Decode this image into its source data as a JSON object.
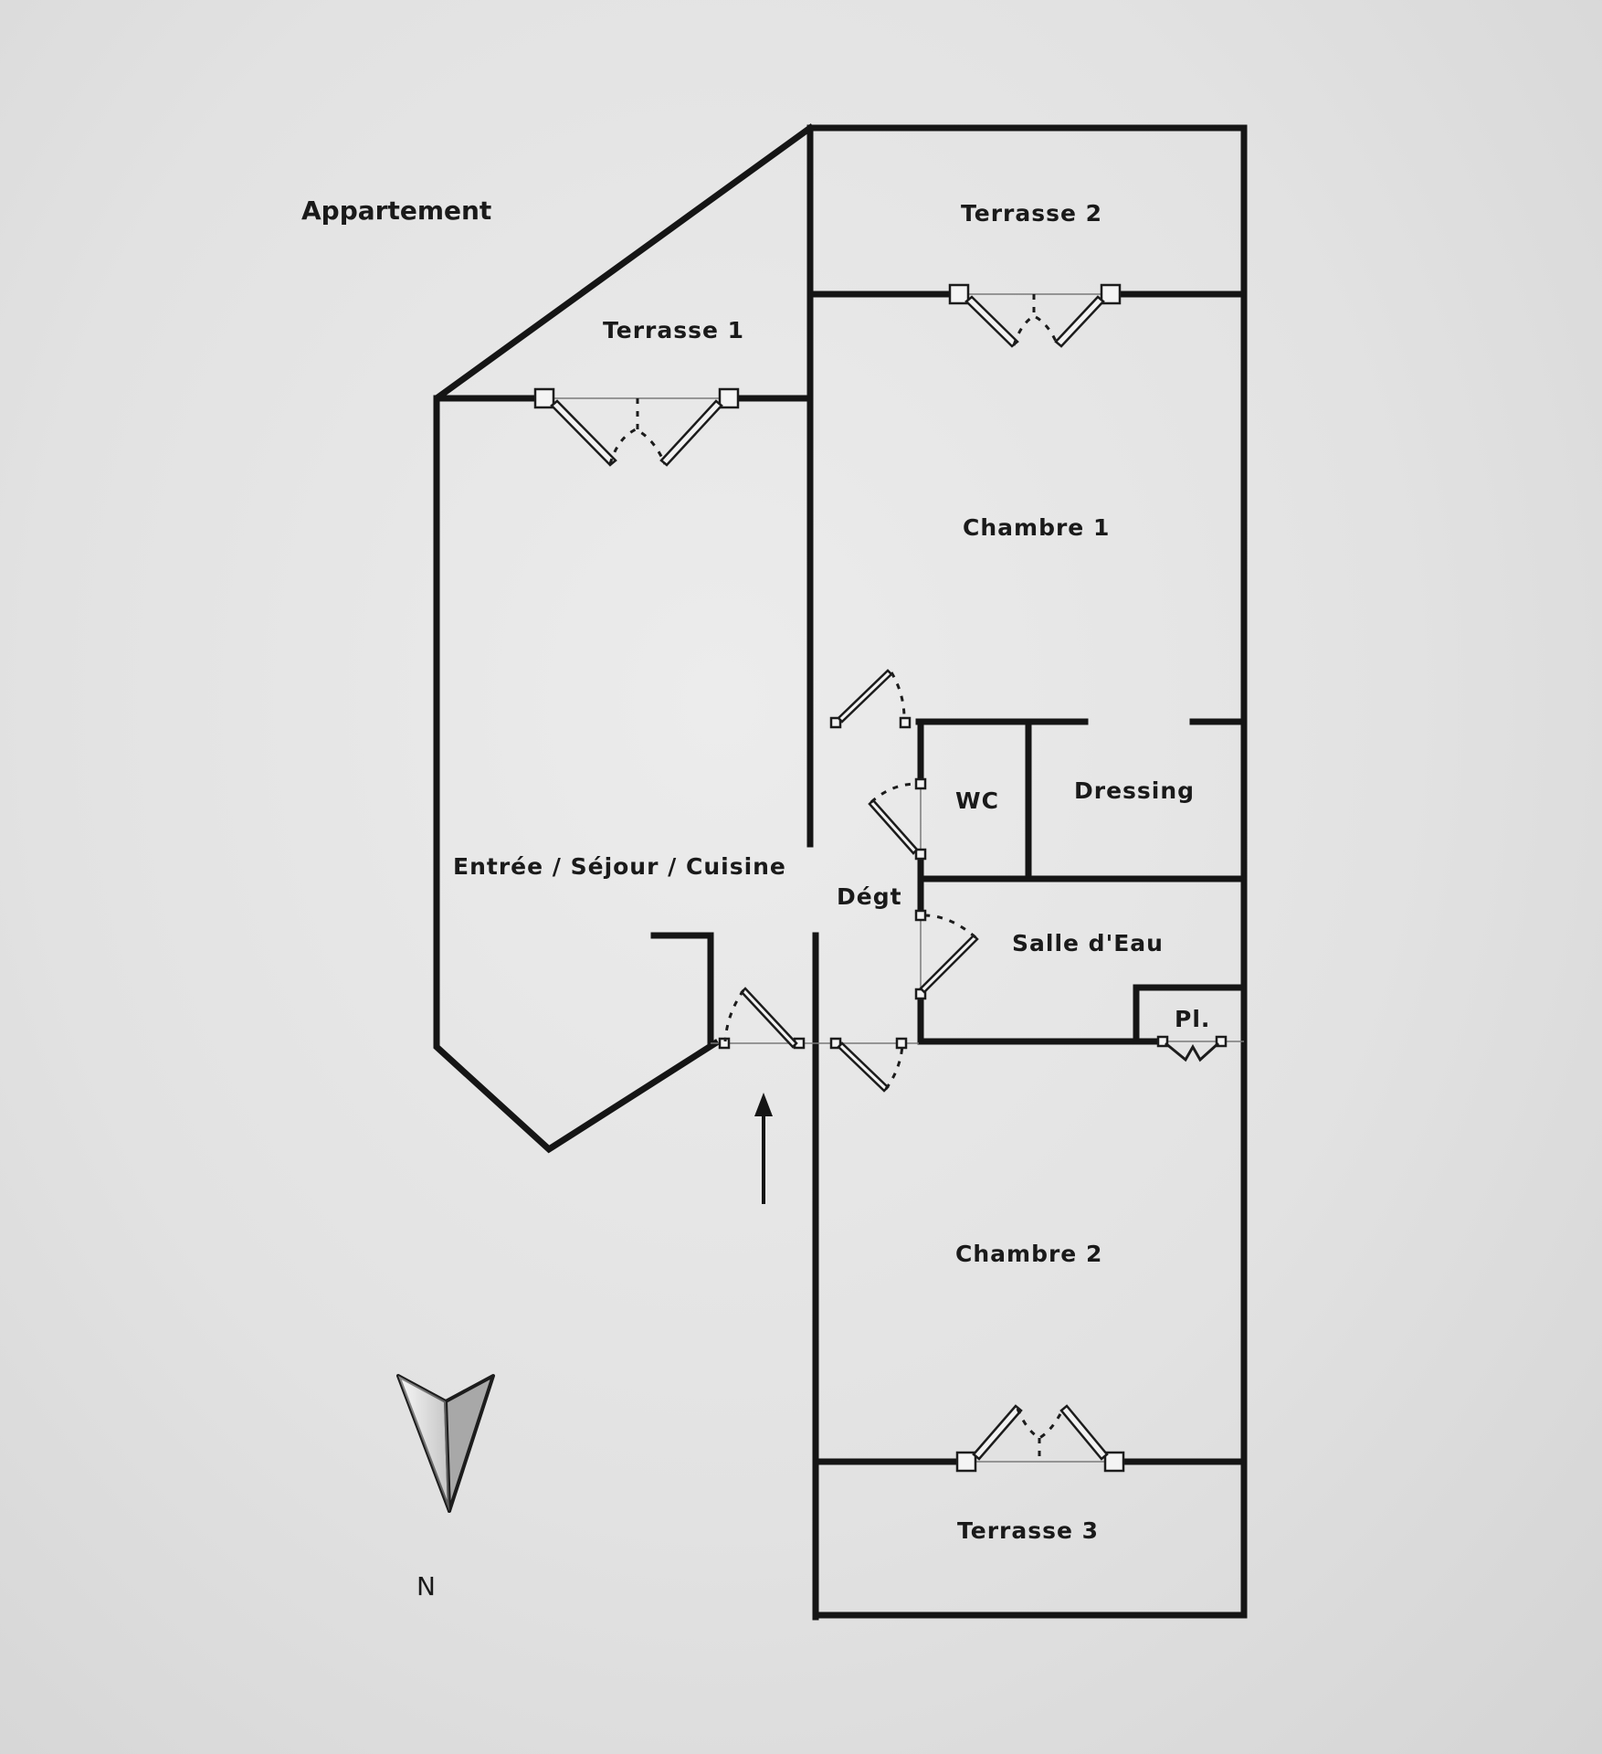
{
  "plan": {
    "title": "Appartement",
    "rooms": {
      "terrasse_1": "Terrasse 1",
      "terrasse_2": "Terrasse 2",
      "terrasse_3": "Terrasse 3",
      "chambre_1": "Chambre 1",
      "chambre_2": "Chambre 2",
      "wc": "WC",
      "dressing": "Dressing",
      "sejour": "Entrée / Séjour / Cuisine",
      "degt": "Dégt",
      "salle_eau": "Salle d'Eau",
      "placard": "Pl."
    },
    "compass_label": "N",
    "colors": {
      "wall": "#151515",
      "background": "#e4e4e4",
      "compass_light": "#f0f0f0",
      "compass_dark": "#a8a8a8"
    },
    "icons": {
      "compass": "north-arrow-icon",
      "entrance": "entrance-arrow-icon",
      "door": "door-swing-icon"
    }
  }
}
